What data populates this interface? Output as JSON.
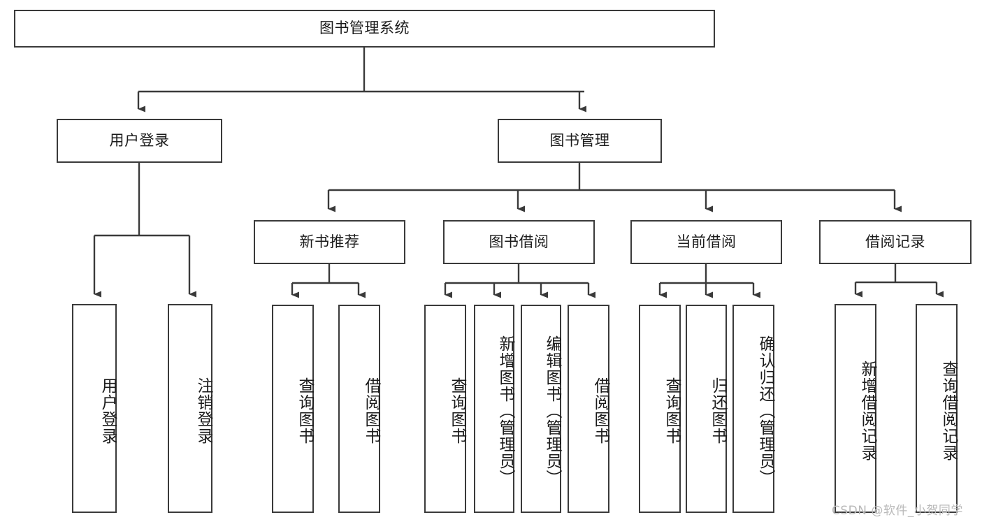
{
  "diagram": {
    "title": "图书管理系统",
    "type": "hierarchy-tree",
    "root": {
      "label": "图书管理系统"
    },
    "level2": [
      {
        "key": "user-login",
        "label": "用户登录"
      },
      {
        "key": "book-manage",
        "label": "图书管理"
      }
    ],
    "level3": [
      {
        "key": "new-book-recommend",
        "label": "新书推荐"
      },
      {
        "key": "book-borrow",
        "label": "图书借阅"
      },
      {
        "key": "current-borrow",
        "label": "当前借阅"
      },
      {
        "key": "borrow-record",
        "label": "借阅记录"
      }
    ],
    "leaves": {
      "user_login": [
        {
          "key": "user-login-leaf",
          "label": "用户登录"
        },
        {
          "key": "logout-leaf",
          "label": "注销登录"
        }
      ],
      "new_book_recommend": [
        {
          "key": "query-book-1",
          "label": "查询图书"
        },
        {
          "key": "borrow-book-1",
          "label": "借阅图书"
        }
      ],
      "book_borrow": [
        {
          "key": "query-book-2",
          "label": "查询图书"
        },
        {
          "key": "add-book",
          "label": "新增图书（管理员）"
        },
        {
          "key": "edit-book",
          "label": "编辑图书（管理员）"
        },
        {
          "key": "borrow-book-2",
          "label": "借阅图书"
        }
      ],
      "current_borrow": [
        {
          "key": "query-book-3",
          "label": "查询图书"
        },
        {
          "key": "return-book",
          "label": "归还图书"
        },
        {
          "key": "confirm-return",
          "label": "确认归还（管理员）"
        }
      ],
      "borrow_record": [
        {
          "key": "add-borrow-record",
          "label": "新增借阅记录"
        },
        {
          "key": "query-borrow-record",
          "label": "查询借阅记录"
        }
      ]
    }
  },
  "watermark": {
    "text": "CSDN @软件_小贺同学"
  },
  "colors": {
    "stroke": "#3a3a3a",
    "text": "#1b1b1b",
    "background": "#ffffff",
    "watermark": "#b9b9b9"
  }
}
